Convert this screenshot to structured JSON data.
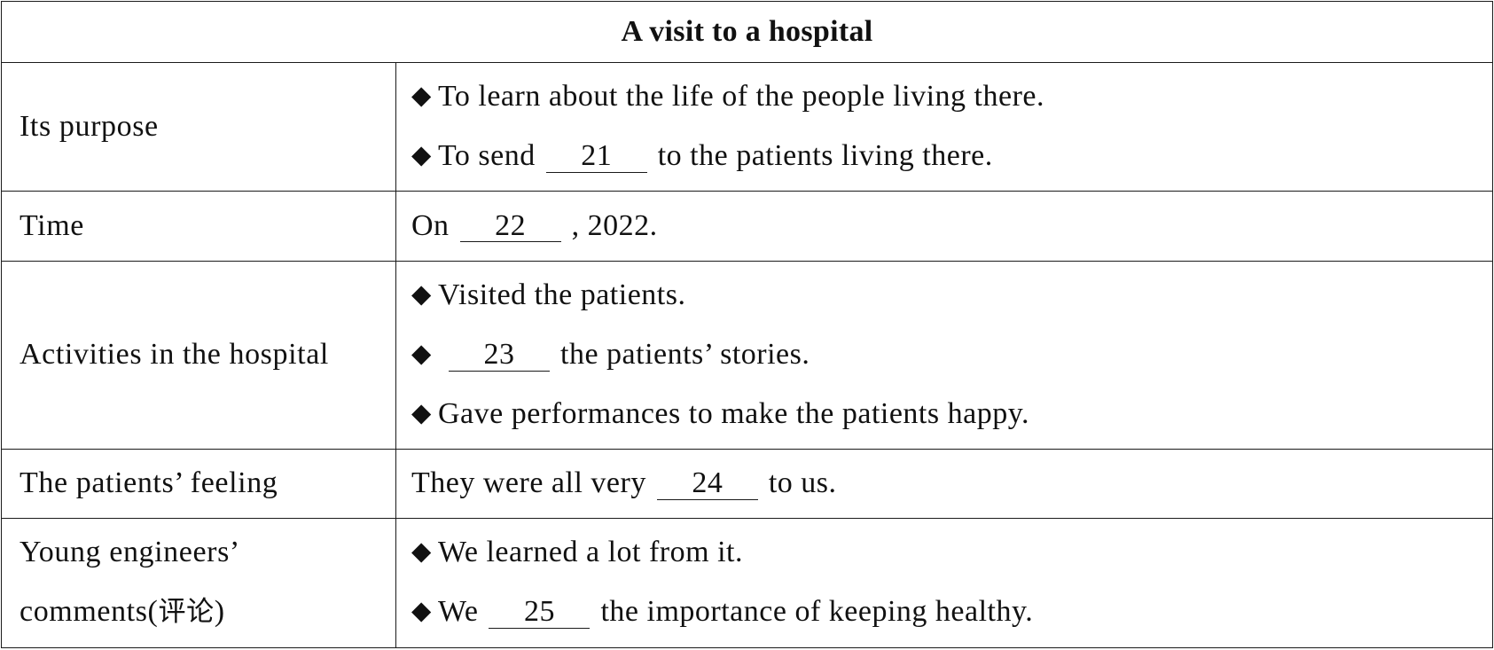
{
  "title": "A visit to a hospital",
  "rows": {
    "purpose": {
      "label": "Its purpose",
      "line1": "To learn about the life of the people living there.",
      "line2_before": "To send",
      "line2_blank": "21",
      "line2_after": "to the patients living there."
    },
    "time": {
      "label": "Time",
      "before": "On",
      "blank": "22",
      "after": ", 2022."
    },
    "activities": {
      "label": "Activities in the hospital",
      "line1": "Visited the patients.",
      "line2_blank": "23",
      "line2_after": "the patients’ stories.",
      "line3": "Gave performances to make the patients happy."
    },
    "feeling": {
      "label": "The patients’ feeling",
      "before": "They were all very",
      "blank": "24",
      "after": "to us."
    },
    "comments": {
      "label_line1": "Young engineers’",
      "label_line2": "comments(",
      "label_cjk": "评论",
      "label_close": ")",
      "line1": "We learned a lot from it.",
      "line2_before": "We",
      "line2_blank": "25",
      "line2_after": "the importance of keeping healthy."
    }
  },
  "bullet_glyph": "◆"
}
